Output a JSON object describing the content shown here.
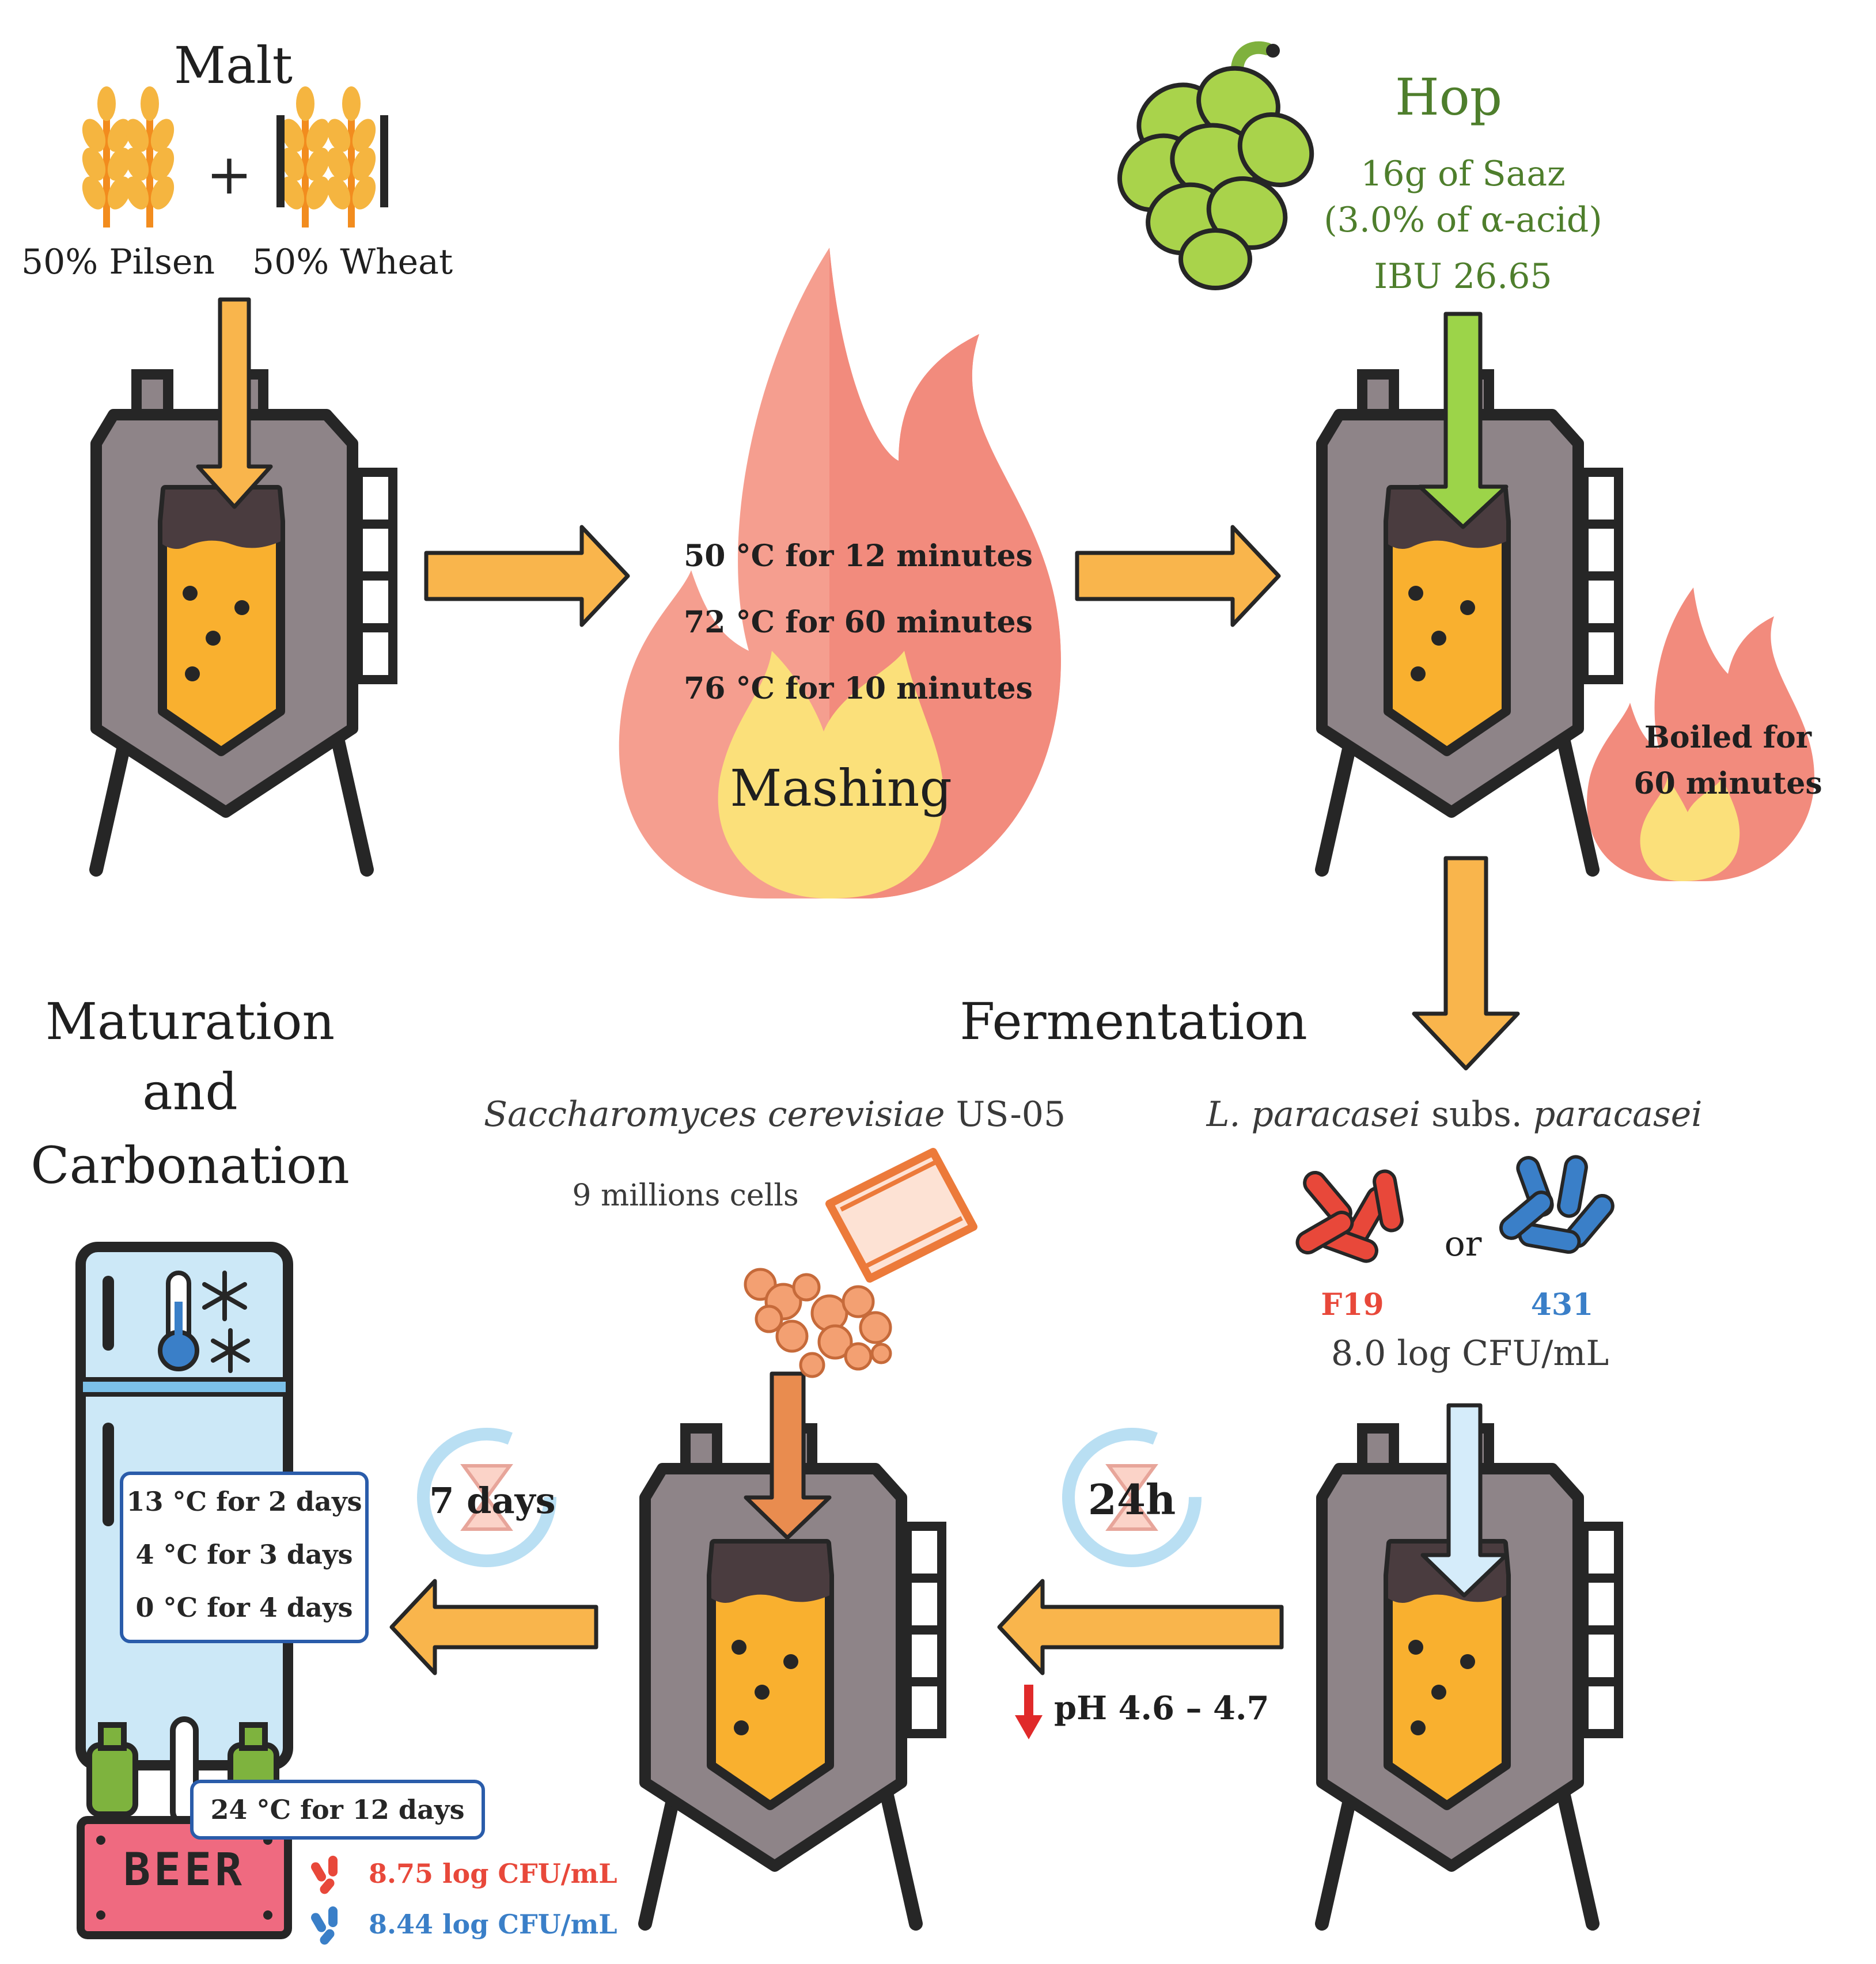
{
  "malt": {
    "title": "Malt",
    "plus": "+",
    "pilsen": "50% Pilsen",
    "wheat": "50% Wheat"
  },
  "mashing": {
    "step1": "50 °C for 12 minutes",
    "step2": "72 °C for 60 minutes",
    "step3": "76 °C for 10 minutes",
    "label": "Mashing"
  },
  "hop": {
    "title": "Hop",
    "amount": "16g of Saaz",
    "acid": "(3.0% of α-acid)",
    "ibu": "IBU 26.65"
  },
  "boil": {
    "line1": "Boiled for",
    "line2": "60 minutes"
  },
  "fermentation": {
    "title": "Fermentation",
    "yeast_name": "Saccharomyces cerevisiae",
    "yeast_strain": "US-05",
    "yeast_cells": "9 millions cells",
    "lacto_species": "L. paracasei",
    "lacto_subs": "subs.",
    "lacto_sub": "paracasei",
    "or_text": "or",
    "strain_a": "F19",
    "strain_b": "431",
    "inoculum": "8.0 log CFU/mL",
    "time_24h": "24h",
    "ph": "pH 4.6 – 4.7"
  },
  "maturation": {
    "line1": "Maturation",
    "line2": "and",
    "line3": "Carbonation",
    "time_7d": "7 days",
    "step1": "13 °C for 2 days",
    "step2": "4 °C for 3 days",
    "step3": "0 °C for 4 days",
    "carbonation": "24 °C for 12 days",
    "beer_label": "BEER",
    "count_f19": "8.75 log CFU/mL",
    "count_431": "8.44 log CFU/mL"
  },
  "colors": {
    "arrow": "#f9b54c",
    "flame": "#f59e8f",
    "hop_text": "#4e7e2c",
    "strain_f19": "#e8483a",
    "strain_431": "#3a7fc8",
    "box_border": "#2a5caa"
  }
}
